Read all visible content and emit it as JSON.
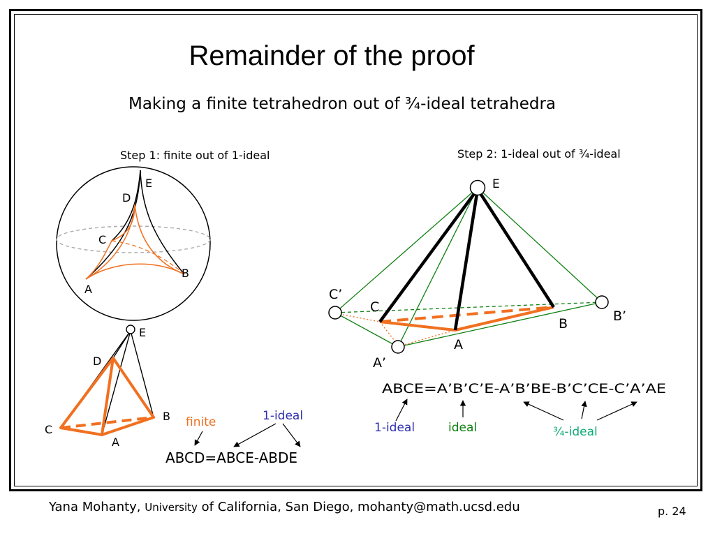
{
  "slide": {
    "title": "Remainder of the proof",
    "subtitle": "Making a finite tetrahedron out of ¾-ideal tetrahedra",
    "step1": "Step 1: finite out of 1-ideal",
    "step2": "Step 2: 1-ideal out of ¾-ideal"
  },
  "sphere_figure": {
    "labels": {
      "E": "E",
      "D": "D",
      "C": "C",
      "B": "B",
      "A": "A"
    }
  },
  "finite_figure": {
    "labels": {
      "E": "E",
      "D": "D",
      "C": "C",
      "B": "B",
      "A": "A"
    },
    "eq_finite": "finite",
    "eq_ideal": "1-ideal",
    "equation": "ABCD=ABCE-ABDE"
  },
  "pyramid_figure": {
    "labels": {
      "E": "E",
      "C_prime": "C’",
      "C": "C",
      "B_prime": "B’",
      "B": "B",
      "A": "A",
      "A_prime": "A’"
    },
    "equation": "ABCE=A’B’C’E-A’B’BE-B’C’CE-C’A’AE",
    "tag_1ideal": "1-ideal",
    "tag_ideal": "ideal",
    "tag_34ideal": "¾-ideal"
  },
  "colors": {
    "orange": "#f07020",
    "green": "#108010",
    "blue": "#3030b0",
    "teal": "#10a878"
  },
  "footer": {
    "author": "Yana Mohanty, ",
    "university": "University",
    "affiliation": " of California, San Diego, mohanty@math.ucsd.edu",
    "page": "p. 24"
  }
}
